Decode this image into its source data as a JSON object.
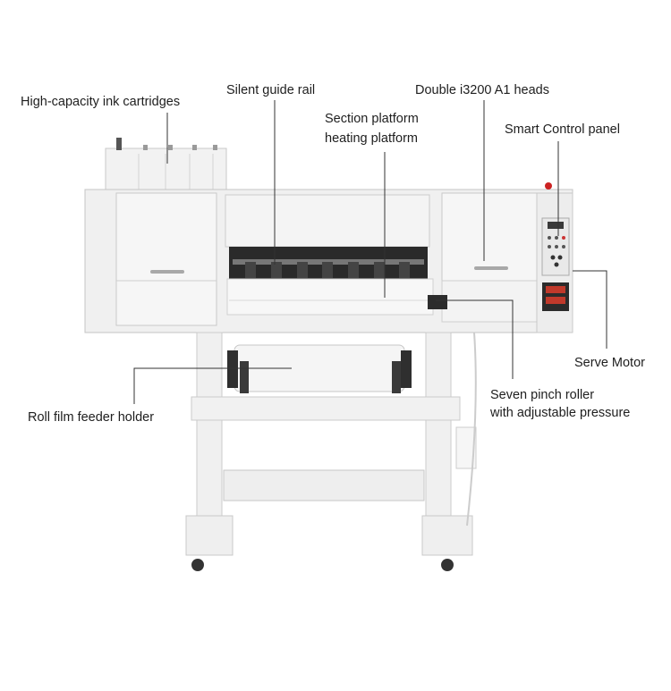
{
  "labels": {
    "ink_cartridges": "High-capacity ink cartridges",
    "guide_rail": "Silent guide rail",
    "heads": "Double i3200 A1 heads",
    "platform_line1": "Section platform",
    "platform_line2": "heating platform",
    "control_panel": "Smart Control panel",
    "serve_motor": "Serve Motor",
    "pinch_line1": "Seven pinch roller",
    "pinch_line2": "with adjustable pressure",
    "feeder": "Roll film feeder holder"
  },
  "colors": {
    "body": "#f1f1f1",
    "outline": "#c9c9c9",
    "leader": "#333333",
    "text": "#1e1e1e"
  }
}
